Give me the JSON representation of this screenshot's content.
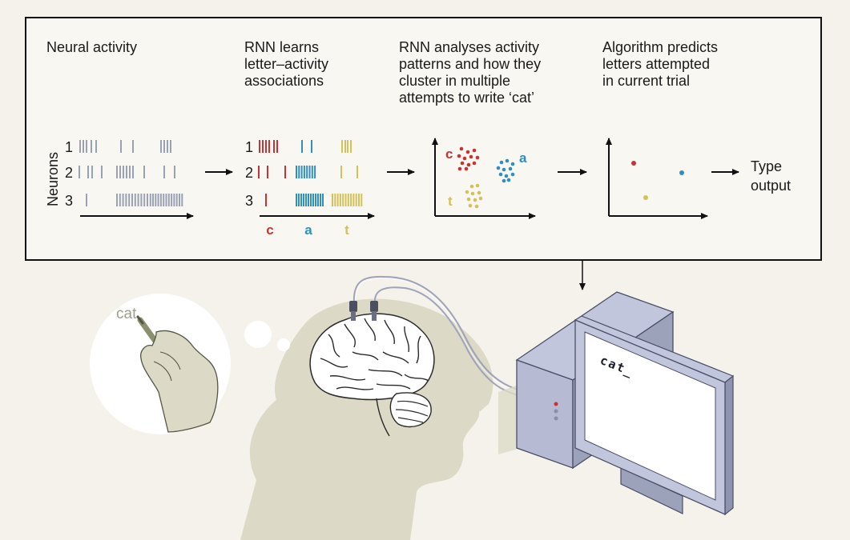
{
  "panel": {
    "step1_title": [
      "Neural activity"
    ],
    "step2_title": [
      "RNN learns",
      "letter–activity",
      "associations"
    ],
    "step3_title": [
      "RNN analyses activity",
      "patterns and how they",
      "cluster in multiple",
      "attempts to write ‘cat’"
    ],
    "step4_title": [
      "Algorithm predicts",
      "letters attempted",
      "in current trial"
    ],
    "output_label": [
      "Type",
      "output"
    ],
    "neurons_label": "Neurons",
    "neuron_numbers": [
      "1",
      "2",
      "3"
    ],
    "letters": [
      "c",
      "a",
      "t"
    ]
  },
  "scene": {
    "handwriting": "cat",
    "screen_text": "cat_"
  },
  "colors": {
    "background": "#f4f2ea",
    "panel": "#f8f7f1",
    "spike_gray": "#9aa1b4",
    "letter_c": "#c83232",
    "letter_a": "#2e8fc0",
    "letter_t": "#d4c15a",
    "brain": "#dcd9c6",
    "device": "#c2c6dd",
    "device_dark": "#9da2bb"
  }
}
